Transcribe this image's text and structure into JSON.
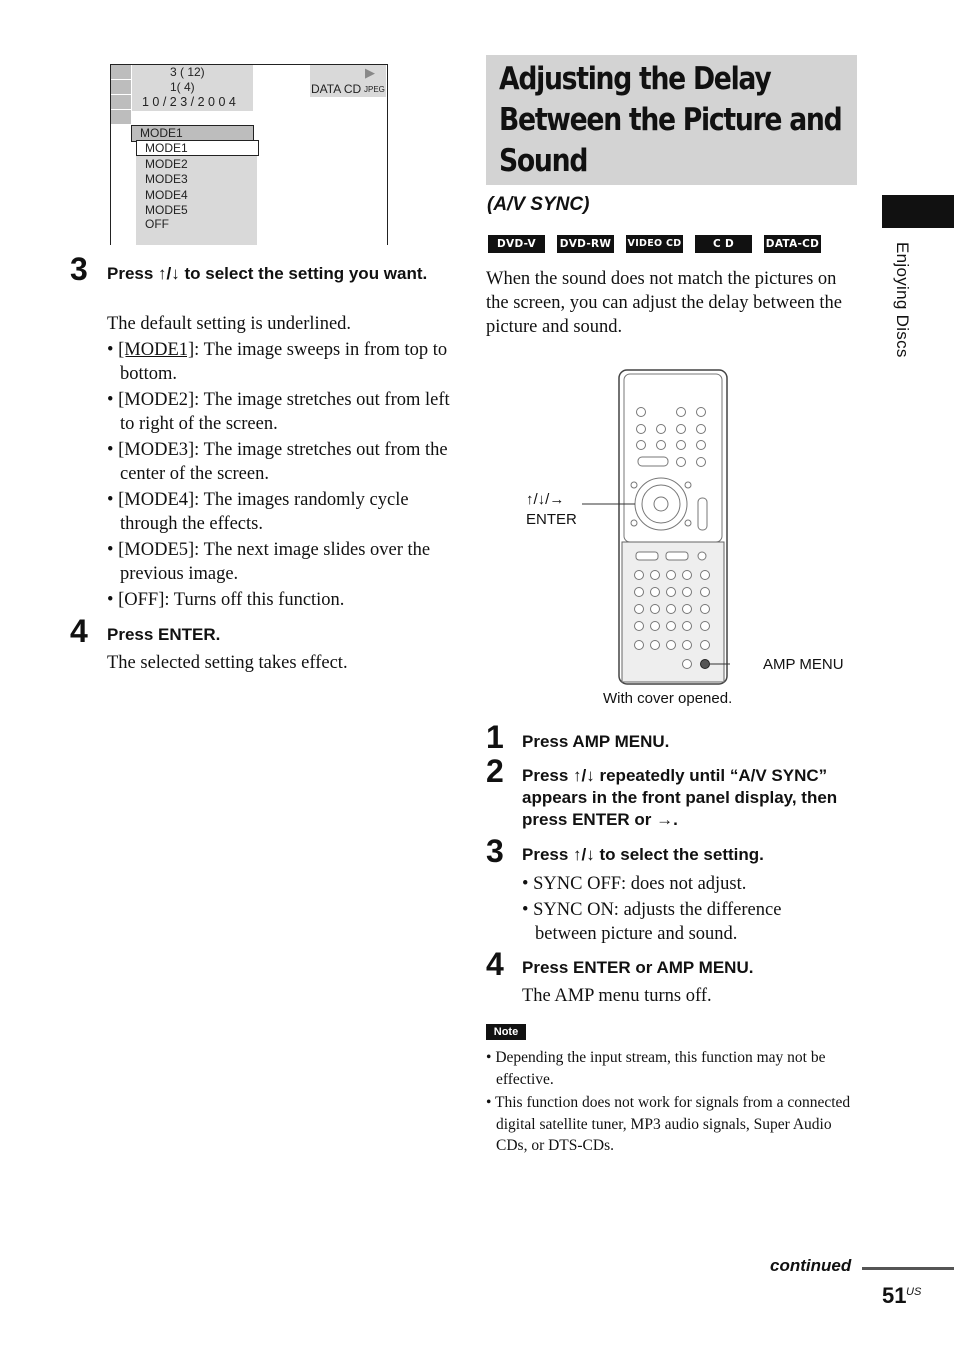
{
  "osd": {
    "line1": "3 (     12)",
    "line2": "1(       4)",
    "date": "1 0 / 2 3 / 2 0 0 4",
    "play_symbol": "▶",
    "disc_type": "DATA CD",
    "disc_format": "JPEG",
    "current_mode": "MODE1",
    "options": [
      "MODE1",
      "MODE2",
      "MODE3",
      "MODE4",
      "MODE5",
      "OFF"
    ]
  },
  "left": {
    "step3": {
      "number": "3",
      "title": "Press ↑/↓ to select the setting you want.",
      "intro": "The default setting is underlined.",
      "bullets": [
        {
          "key": "[MODE1]",
          "text": ": The image sweeps in from top to bottom."
        },
        {
          "key": "[MODE2]",
          "text": ": The image stretches out from left to right of the screen."
        },
        {
          "key": "[MODE3]",
          "text": ": The image stretches out from the center of the screen."
        },
        {
          "key": "[MODE4]",
          "text": ": The images randomly cycle through the effects."
        },
        {
          "key": "[MODE5]",
          "text": ": The next image slides over the previous image."
        },
        {
          "key": "[OFF]",
          "text": ": Turns off this function."
        }
      ]
    },
    "step4": {
      "number": "4",
      "title": "Press ENTER.",
      "body": "The selected setting takes effect."
    }
  },
  "right": {
    "title": "Adjusting the Delay Between the Picture and Sound",
    "subtitle": "(A/V SYNC)",
    "badges": [
      "DVD-V",
      "DVD-RW",
      "VIDEO CD",
      "C D",
      "DATA-CD"
    ],
    "intro": "When the sound does not match the pictures on the screen, you can adjust the delay between the picture and sound.",
    "remote": {
      "label_arrows": "↑/↓/→",
      "label_enter": "ENTER",
      "label_amp": "AMP MENU",
      "caption": "With cover opened."
    },
    "steps": [
      {
        "number": "1",
        "title": "Press AMP MENU."
      },
      {
        "number": "2",
        "title": "Press ↑/↓ repeatedly until “A/V SYNC” appears in the front panel display, then press ENTER or →."
      },
      {
        "number": "3",
        "title": "Press ↑/↓ to select the setting."
      },
      {
        "number": "4",
        "title": "Press ENTER or AMP MENU."
      }
    ],
    "step3_bullets": [
      "SYNC OFF: does not adjust.",
      "SYNC ON: adjusts the difference between picture and sound."
    ],
    "step4_body": "The AMP menu turns off.",
    "note_label": "Note",
    "notes": [
      "Depending the input stream, this function may not be effective.",
      "This function does not work for signals from a connected digital satellite tuner, MP3 audio signals, Super Audio CDs, or DTS-CDs."
    ]
  },
  "sidebar": {
    "label": "Enjoying Discs"
  },
  "footer": {
    "continued": "continued",
    "page_number": "51",
    "page_suffix": "US"
  }
}
